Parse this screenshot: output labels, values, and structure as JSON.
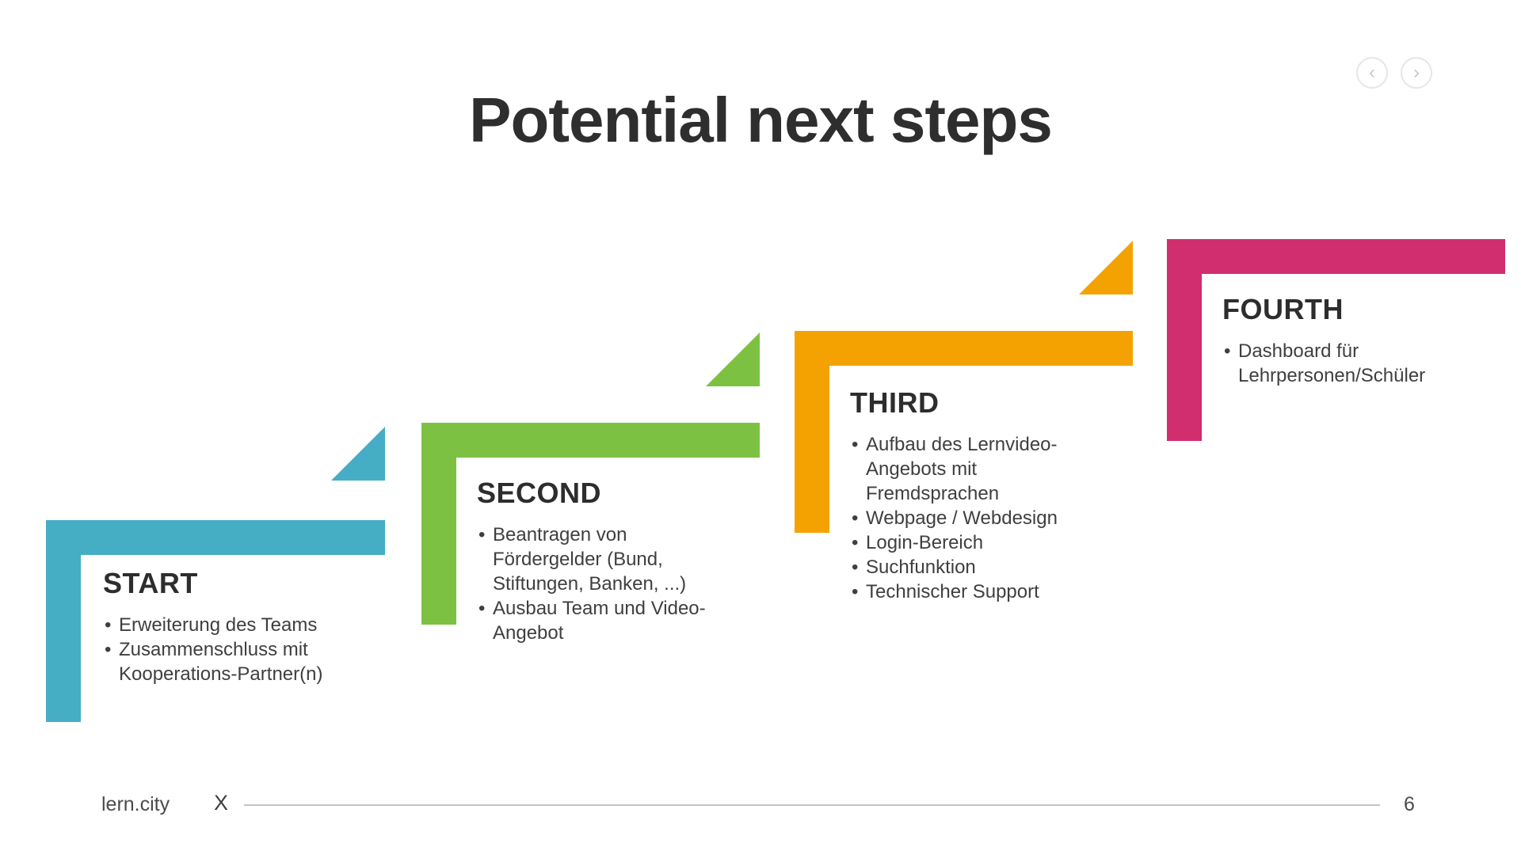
{
  "title": "Potential next steps",
  "nav": {
    "prev": "‹",
    "next": "›"
  },
  "steps": [
    {
      "label": "START",
      "color": "#45aec5",
      "bullets": [
        "Erweiterung des Teams",
        "Zusammenschluss mit Kooperations-Partner(n)"
      ]
    },
    {
      "label": "SECOND",
      "color": "#7dc142",
      "bullets": [
        "Beantragen von Fördergelder (Bund, Stiftungen, Banken, ...)",
        "Ausbau Team und Video-Angebot"
      ]
    },
    {
      "label": "THIRD",
      "color": "#f4a201",
      "bullets": [
        "Aufbau des Lernvideo-Angebots mit Fremdsprachen",
        "Webpage / Webdesign",
        "Login-Bereich",
        "Suchfunktion",
        "Technischer Support"
      ]
    },
    {
      "label": "FOURTH",
      "color": "#d02e6e",
      "bullets": [
        "Dashboard für Lehrpersonen/Schüler"
      ]
    }
  ],
  "footer": {
    "brand": "lern.city",
    "separator": "X",
    "page_number": "6"
  },
  "palette": {
    "title_text": "#2e2e2e",
    "body_text": "#3f3f3f",
    "footer_line": "#c4c4c4"
  }
}
